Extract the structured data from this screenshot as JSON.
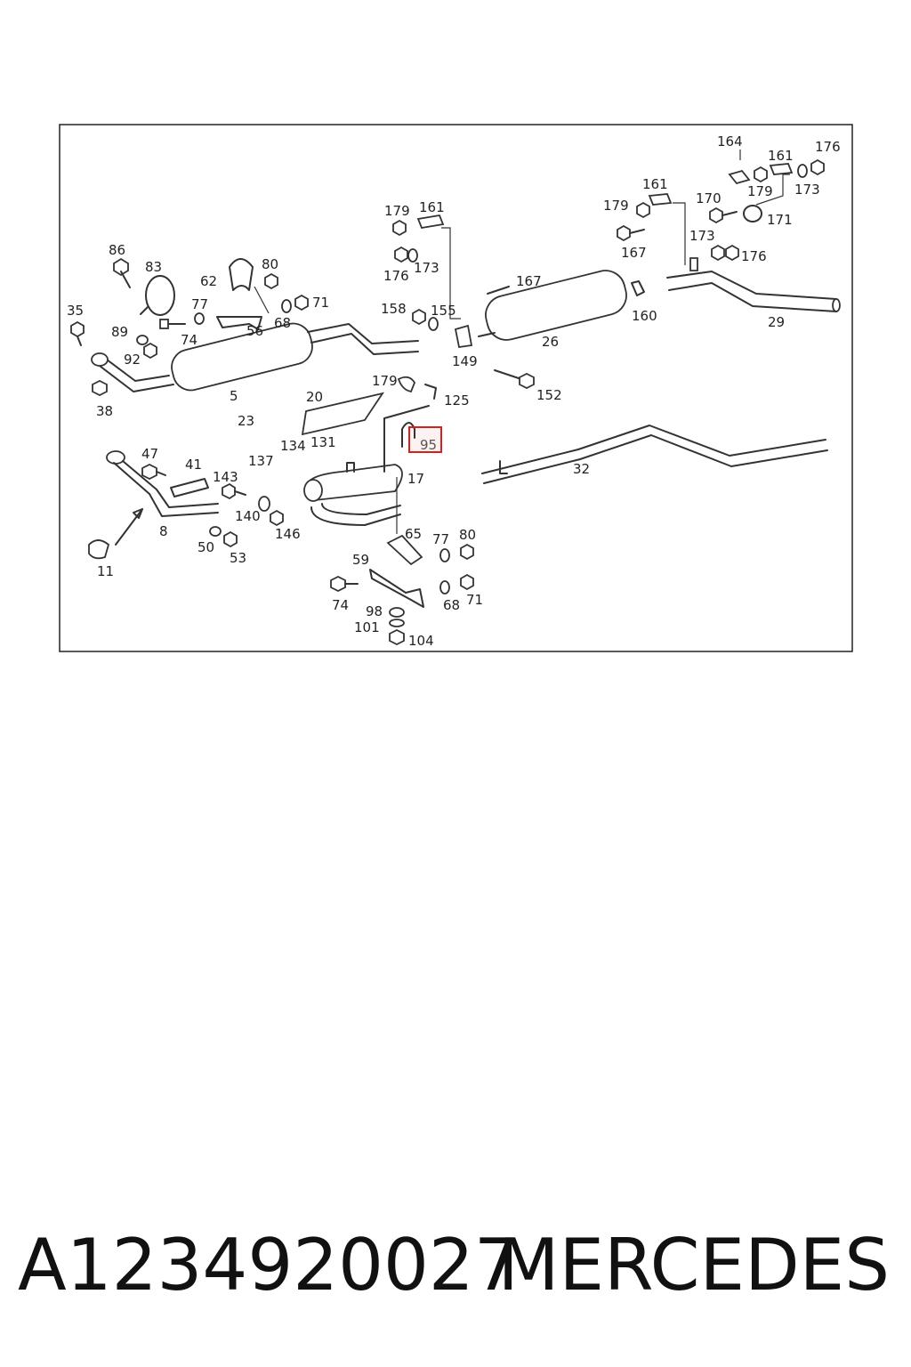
{
  "callouts": [
    "164",
    "161",
    "176",
    "179",
    "173",
    "161",
    "179",
    "170",
    "171",
    "173",
    "176",
    "167",
    "179",
    "161",
    "176",
    "173",
    "86",
    "83",
    "62",
    "80",
    "77",
    "71",
    "68",
    "56",
    "35",
    "89",
    "92",
    "74",
    "158",
    "155",
    "167",
    "160",
    "29",
    "26",
    "149",
    "5",
    "38",
    "179",
    "125",
    "20",
    "23",
    "152",
    "95",
    "134",
    "131",
    "137",
    "47",
    "41",
    "143",
    "17",
    "32",
    "8",
    "140",
    "146",
    "65",
    "77",
    "80",
    "50",
    "53",
    "11",
    "59",
    "74",
    "98",
    "101",
    "104",
    "68",
    "71"
  ],
  "highlight": "95",
  "caption": {
    "part_number": "A1234920027",
    "brand": "MERCEDES"
  }
}
